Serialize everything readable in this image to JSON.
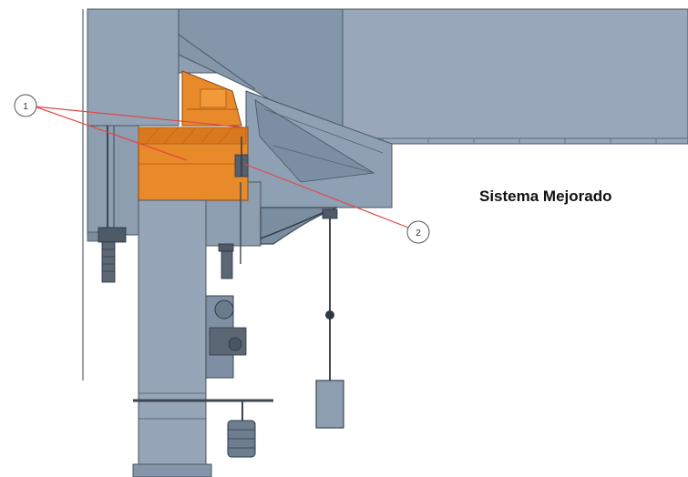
{
  "caption": {
    "text": "Sistema Mejorado"
  },
  "callouts": [
    {
      "label": "1"
    },
    {
      "label": "2"
    }
  ],
  "colors": {
    "steel": "#8e9fb2",
    "steel_dark": "#6f8196",
    "steel_light": "#a9b8c8",
    "outline": "#4a5563",
    "highlight_part": "#e8892a",
    "highlight_dark": "#b9651a",
    "leader_line": "#e04848"
  }
}
